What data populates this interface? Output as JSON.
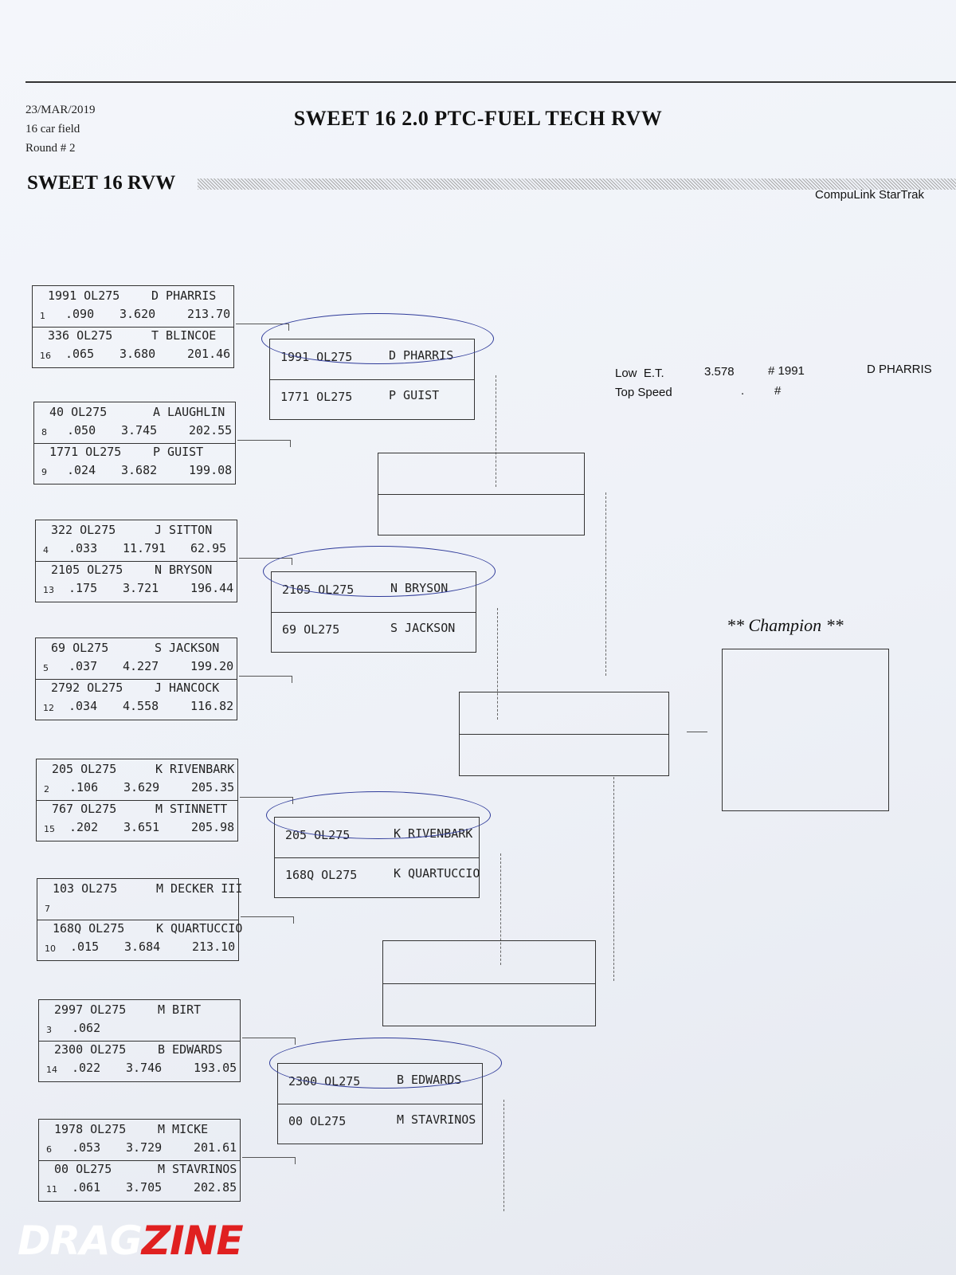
{
  "header": {
    "date": "23/MAR/2019",
    "field": "16 car field",
    "round": "Round # 2",
    "title": "SWEET 16 2.0 PTC-FUEL TECH RVW",
    "subtitle": "SWEET 16 RVW",
    "vendor": "CompuLink StarTrak"
  },
  "round1": [
    {
      "seed": "1",
      "car": "1991 OL275",
      "driver": "D PHARRIS",
      "rt": ".090",
      "et": "3.620",
      "mph": "213.70"
    },
    {
      "seed": "16",
      "car": "336 OL275",
      "driver": "T BLINCOE",
      "rt": ".065",
      "et": "3.680",
      "mph": "201.46"
    },
    {
      "seed": "8",
      "car": "40 OL275",
      "driver": "A LAUGHLIN",
      "rt": ".050",
      "et": "3.745",
      "mph": "202.55"
    },
    {
      "seed": "9",
      "car": "1771 OL275",
      "driver": "P GUIST",
      "rt": ".024",
      "et": "3.682",
      "mph": "199.08"
    },
    {
      "seed": "4",
      "car": "322 OL275",
      "driver": "J SITTON",
      "rt": ".033",
      "et": "11.791",
      "mph": "62.95"
    },
    {
      "seed": "13",
      "car": "2105 OL275",
      "driver": "N BRYSON",
      "rt": ".175",
      "et": "3.721",
      "mph": "196.44"
    },
    {
      "seed": "5",
      "car": "69 OL275",
      "driver": "S JACKSON",
      "rt": ".037",
      "et": "4.227",
      "mph": "199.20"
    },
    {
      "seed": "12",
      "car": "2792 OL275",
      "driver": "J HANCOCK",
      "rt": ".034",
      "et": "4.558",
      "mph": "116.82"
    },
    {
      "seed": "2",
      "car": "205 OL275",
      "driver": "K RIVENBARK",
      "rt": ".106",
      "et": "3.629",
      "mph": "205.35"
    },
    {
      "seed": "15",
      "car": "767 OL275",
      "driver": "M STINNETT",
      "rt": ".202",
      "et": "3.651",
      "mph": "205.98"
    },
    {
      "seed": "7",
      "car": "103 OL275",
      "driver": "M DECKER III",
      "rt": "",
      "et": "",
      "mph": ""
    },
    {
      "seed": "10",
      "car": "168Q OL275",
      "driver": "K QUARTUCCIO",
      "rt": ".015",
      "et": "3.684",
      "mph": "213.10"
    },
    {
      "seed": "3",
      "car": "2997 OL275",
      "driver": "M BIRT",
      "rt": ".062",
      "et": "",
      "mph": ""
    },
    {
      "seed": "14",
      "car": "2300 OL275",
      "driver": "B EDWARDS",
      "rt": ".022",
      "et": "3.746",
      "mph": "193.05"
    },
    {
      "seed": "6",
      "car": "1978 OL275",
      "driver": "M MICKE",
      "rt": ".053",
      "et": "3.729",
      "mph": "201.61"
    },
    {
      "seed": "11",
      "car": "00 OL275",
      "driver": "M STAVRINOS",
      "rt": ".061",
      "et": "3.705",
      "mph": "202.85"
    }
  ],
  "round2": [
    {
      "car": "1991 OL275",
      "driver": "D PHARRIS"
    },
    {
      "car": "1771 OL275",
      "driver": "P GUIST"
    },
    {
      "car": "2105 OL275",
      "driver": "N BRYSON"
    },
    {
      "car": "69 OL275",
      "driver": "S JACKSON"
    },
    {
      "car": "205 OL275",
      "driver": "K RIVENBARK"
    },
    {
      "car": "168Q OL275",
      "driver": "K QUARTUCCIO"
    },
    {
      "car": "2300 OL275",
      "driver": "B EDWARDS"
    },
    {
      "car": "00 OL275",
      "driver": "M STAVRINOS"
    }
  ],
  "stats": {
    "low_et_label": "Low  E.T.",
    "low_et_value": "3.578",
    "low_et_car": "# 1991",
    "low_et_driver": "D PHARRIS",
    "top_speed_label": "Top Speed",
    "top_speed_value": ".",
    "top_speed_car": "#"
  },
  "champion_label": "** Champion **",
  "logo": {
    "part1": "DRAG",
    "part2": "ZINE"
  }
}
